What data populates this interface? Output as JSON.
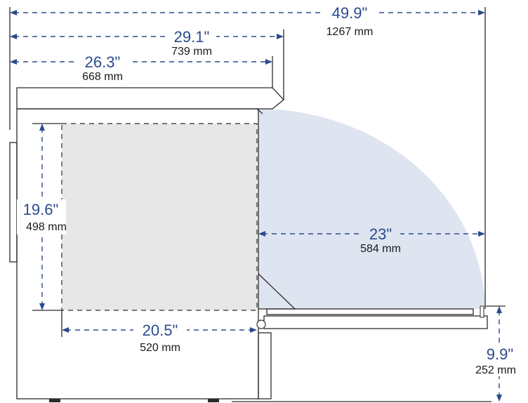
{
  "dimensions": {
    "total_depth": {
      "major": "49.9\"",
      "minor": "1267 mm"
    },
    "top_width": {
      "major": "29.1\"",
      "minor": "739 mm"
    },
    "body_width": {
      "major": "26.3\"",
      "minor": "668 mm"
    },
    "interior_height": {
      "major": "19.6\"",
      "minor": "498 mm"
    },
    "door_swing": {
      "major": "23\"",
      "minor": "584 mm"
    },
    "interior_width": {
      "major": "20.5\"",
      "minor": "520 mm"
    },
    "door_height": {
      "major": "9.9\"",
      "minor": "252 mm"
    }
  },
  "colors": {
    "accent": "#2a4b8d",
    "swing": "#dfe4f1",
    "interior": "#e7e7e7",
    "outline": "#2b2b2b"
  }
}
